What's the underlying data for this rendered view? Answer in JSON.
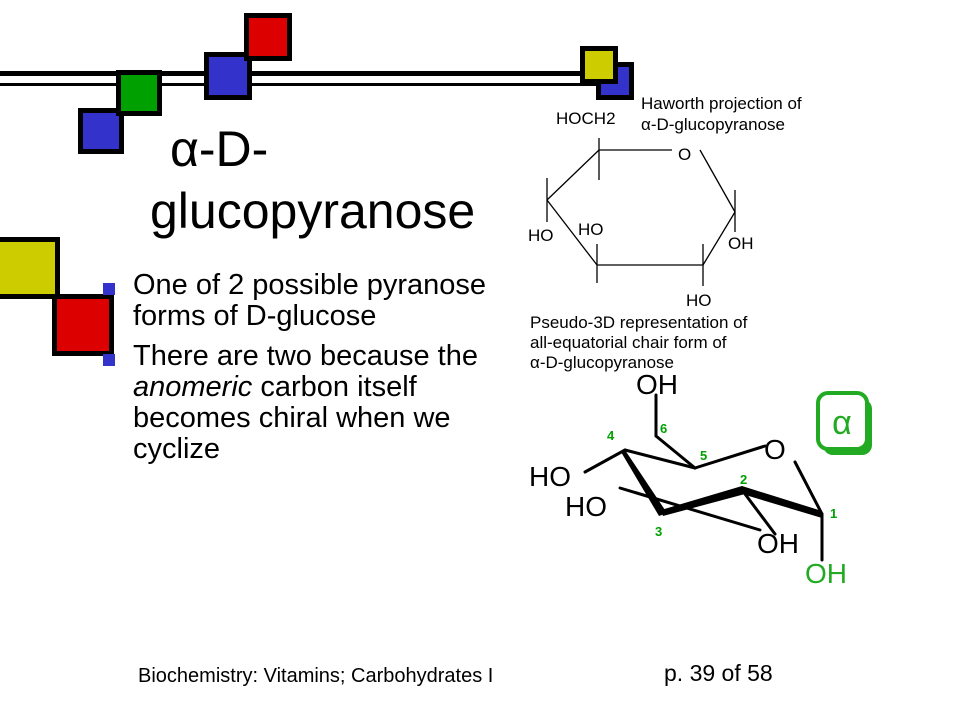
{
  "slide": {
    "title_line1_symbol": "α",
    "title_line1_rest": "-D-",
    "title_line2": "glucopyranose",
    "bullets": [
      {
        "text": "One of 2 possible pyranose forms of D-glucose"
      },
      {
        "before": "There are two because the ",
        "emph": "anomeric",
        "after": " carbon itself becomes chiral when we cyclize"
      }
    ],
    "footer_course": "Biochemistry: Vitamins; Carbohydrates I",
    "footer_page": "p. 39 of 58"
  },
  "haworth": {
    "caption_line1": "Haworth projection of",
    "caption_line2": "α-D-glucopyranose",
    "label_hoch2": "HOCH",
    "label_hoch2_sub": "2",
    "label_ring_o": "O",
    "label_ho_left": "HO",
    "label_ho_inner": "HO",
    "label_oh_right": "OH",
    "label_ho_bottom": "HO"
  },
  "chair": {
    "caption_line1": "Pseudo-3D representation of",
    "caption_line2": "all-equatorial chair form of",
    "caption_line3": "α-D-glucopyranose",
    "label_oh_top": "OH",
    "label_ho_c4": "HO",
    "label_ho_c3": "HO",
    "label_ring_o": "O",
    "label_oh_c2": "OH",
    "label_oh_c1": "OH",
    "carbon_numbers": [
      "1",
      "2",
      "3",
      "4",
      "5",
      "6"
    ],
    "anomer_badge": "α"
  },
  "colors": {
    "square_blue": "#3333cc",
    "square_green": "#00a000",
    "square_red": "#dd0000",
    "square_yellow": "#cccc00",
    "carbon_number_green": "#00a000",
    "badge_green": "#22aa22",
    "bullet_marker": "#3333cc"
  },
  "icons": {
    "bullet": "square-bullet-icon",
    "badge": "alpha-badge-icon"
  }
}
